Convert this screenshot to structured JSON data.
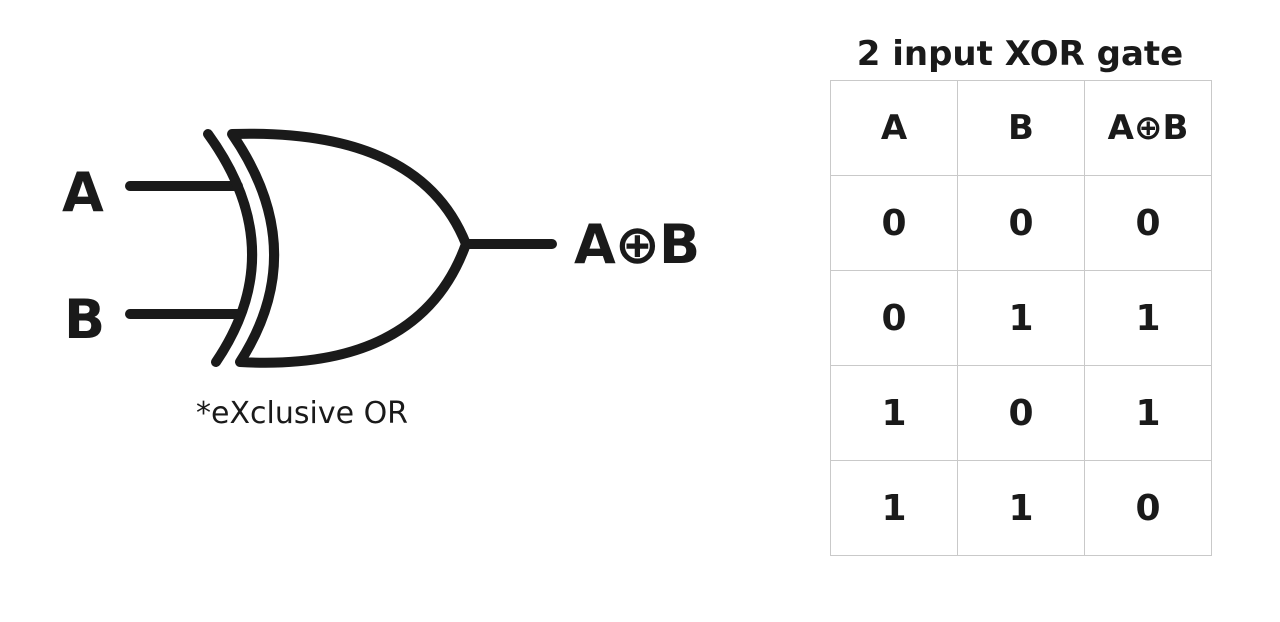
{
  "diagram": {
    "input_a": "A",
    "input_b": "B",
    "output": "A⊕B",
    "caption": "*eXclusive OR"
  },
  "truth_table": {
    "title": "2 input XOR gate",
    "headers": [
      "A",
      "B",
      "A⊕B"
    ],
    "rows": [
      [
        "0",
        "0",
        "0"
      ],
      [
        "0",
        "1",
        "1"
      ],
      [
        "1",
        "0",
        "1"
      ],
      [
        "1",
        "1",
        "0"
      ]
    ]
  }
}
